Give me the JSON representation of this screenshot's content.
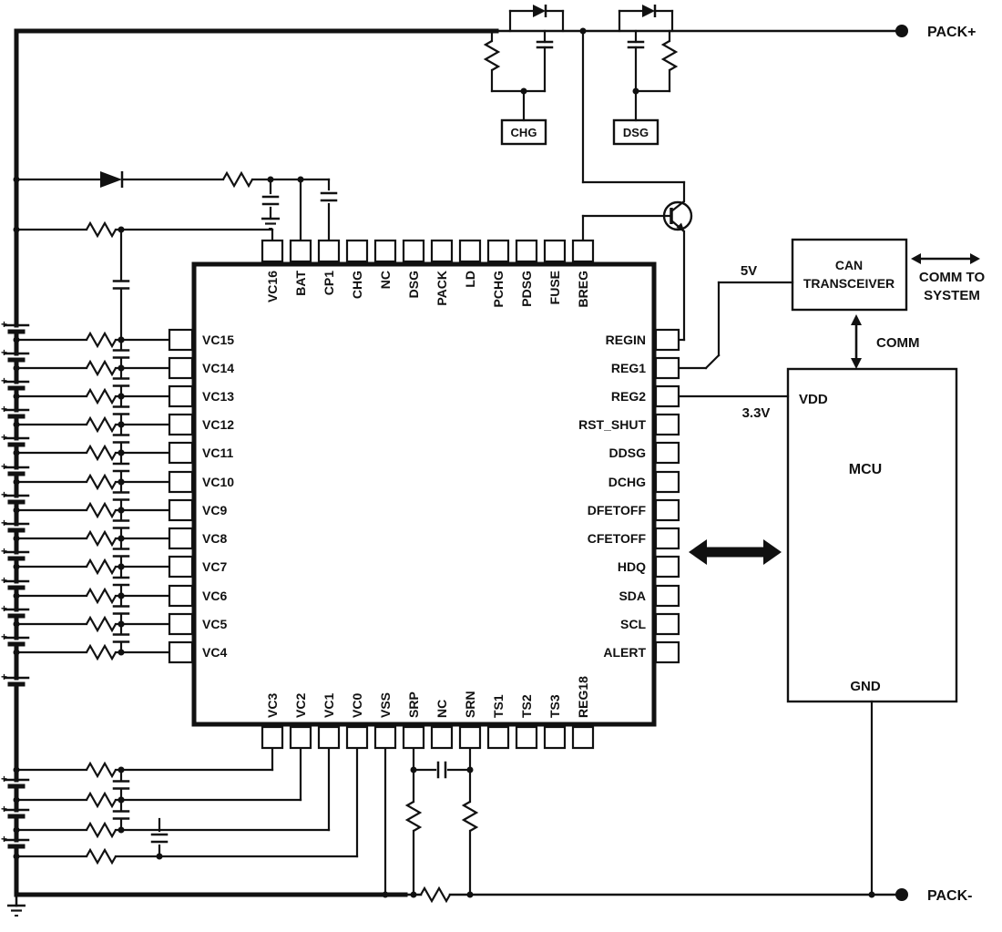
{
  "ic": {
    "top_pins": [
      "VC16",
      "BAT",
      "CP1",
      "CHG",
      "NC",
      "DSG",
      "PACK",
      "LD",
      "PCHG",
      "PDSG",
      "FUSE",
      "BREG"
    ],
    "right_pins": [
      "REGIN",
      "REG1",
      "REG2",
      "RST_SHUT",
      "DDSG",
      "DCHG",
      "DFETOFF",
      "CFETOFF",
      "HDQ",
      "SDA",
      "SCL",
      "ALERT"
    ],
    "bottom_pins": [
      "VC3",
      "VC2",
      "VC1",
      "VC0",
      "VSS",
      "SRP",
      "NC",
      "SRN",
      "TS1",
      "TS2",
      "TS3",
      "REG18"
    ],
    "left_pins": [
      "VC15",
      "VC14",
      "VC13",
      "VC12",
      "VC11",
      "VC10",
      "VC9",
      "VC8",
      "VC7",
      "VC6",
      "VC5",
      "VC4"
    ]
  },
  "labels": {
    "pack_plus": "PACK+",
    "pack_minus": "PACK-",
    "chg_gate": "CHG",
    "dsg_gate": "DSG",
    "rail_5v": "5V",
    "rail_3v3": "3.3V",
    "comm": "COMM",
    "comm_to_system_line1": "COMM TO",
    "comm_to_system_line2": "SYSTEM"
  },
  "can_transceiver": {
    "line1": "CAN",
    "line2": "TRANSCEIVER"
  },
  "mcu": {
    "title": "MCU",
    "vdd": "VDD",
    "gnd": "GND"
  },
  "symbols": {
    "battery_plus": "+"
  },
  "colors": {
    "ink": "#111111",
    "background": "#ffffff"
  }
}
